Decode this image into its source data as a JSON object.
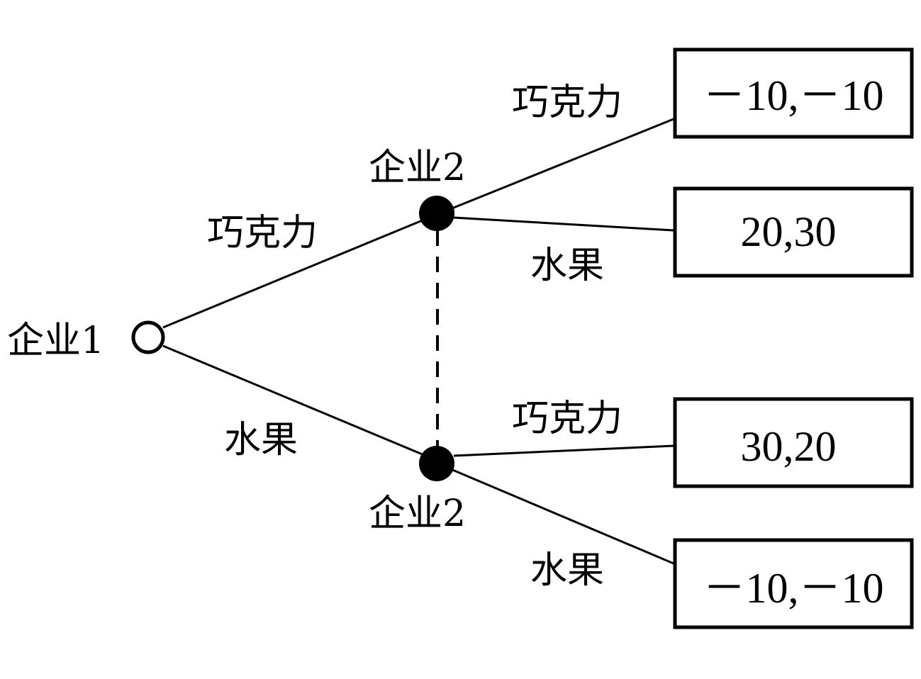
{
  "diagram": {
    "type": "extensive-form game tree",
    "root": {
      "label": "企业1",
      "node_style": "hollow"
    },
    "info_set": {
      "style": "dashed",
      "connects": [
        "upper",
        "lower"
      ]
    },
    "first_moves": [
      {
        "id": "upper",
        "action": "巧克力",
        "player_label": "企业2",
        "node_style": "filled"
      },
      {
        "id": "lower",
        "action": "水果",
        "player_label": "企业2",
        "node_style": "filled"
      }
    ],
    "second_moves": [
      {
        "from": "upper",
        "action": "巧克力",
        "payoff": "－10,－10"
      },
      {
        "from": "upper",
        "action": "水果",
        "payoff": "20,30"
      },
      {
        "from": "lower",
        "action": "巧克力",
        "payoff": "30,20"
      },
      {
        "from": "lower",
        "action": "水果",
        "payoff": "－10,－10"
      }
    ]
  }
}
